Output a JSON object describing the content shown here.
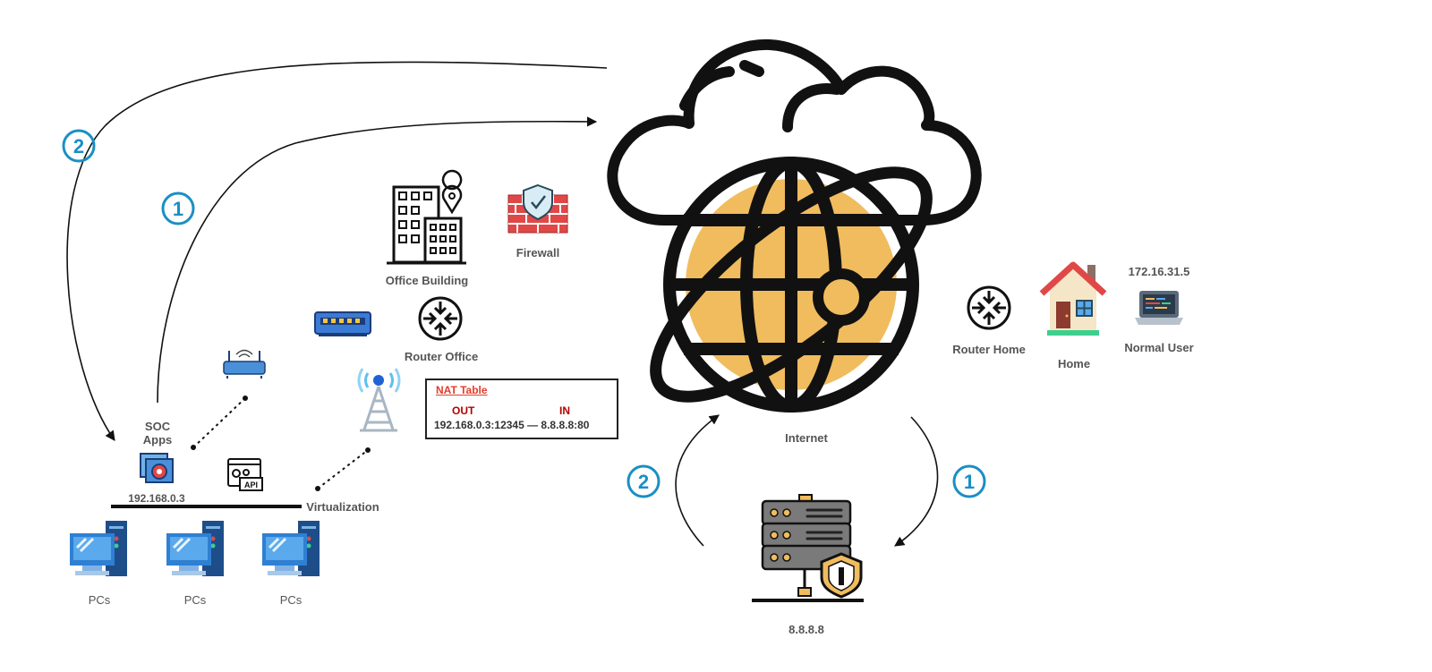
{
  "labels": {
    "office_building": "Office Building",
    "firewall": "Firewall",
    "router_office": "Router Office",
    "soc_apps_line1": "SOC",
    "soc_apps_line2": "Apps",
    "soc_ip": "192.168.0.3",
    "virtualization": "Virtualization",
    "pc": "PCs",
    "internet": "Internet",
    "dns_server": "8.8.8.8",
    "router_home": "Router Home",
    "home": "Home",
    "normal_user": "Normal User",
    "home_ip": "172.16.31.5"
  },
  "nat_table": {
    "title": "NAT Table",
    "col_out": "OUT",
    "col_in": "IN",
    "row": "192.168.0.3:12345 — 8.8.8.8:80"
  },
  "steps": {
    "left_request": "1",
    "left_response": "2",
    "right_request": "1",
    "right_response": "2"
  },
  "colors": {
    "step_accent": "#1a8fc4",
    "globe_fill": "#f0bc5e",
    "firewall_red": "#e04848",
    "nat_title": "#e43b2c",
    "nat_header": "#b30000"
  }
}
